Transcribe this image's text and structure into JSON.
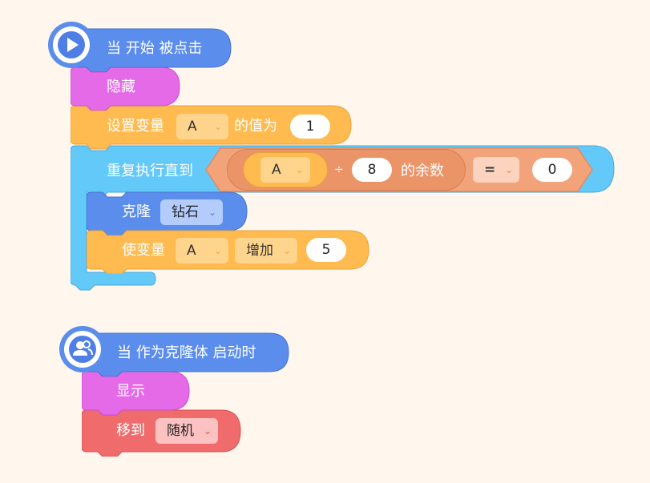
{
  "script1": {
    "hat_label": "当 开始 被点击",
    "hide_label": "隐藏",
    "setvar": {
      "label": "设置变量",
      "var": "A",
      "mid": "的值为",
      "value": "1"
    },
    "repeat": {
      "label": "重复执行直到",
      "mod_var": "A",
      "div_sign": "÷",
      "divisor": "8",
      "mod_label": "的余数",
      "eq_op": "=",
      "compare_value": "0"
    },
    "clone": {
      "label": "克隆",
      "target": "钻石"
    },
    "changevar": {
      "label": "使变量",
      "var": "A",
      "op": "增加",
      "value": "5"
    }
  },
  "script2": {
    "hat_label": "当 作为克隆体 启动时",
    "show_label": "显示",
    "goto": {
      "label": "移到",
      "target": "随机"
    }
  },
  "icons": {
    "chevron": "⌄",
    "play": "play-icon",
    "clone": "users-icon"
  },
  "colors": {
    "background": "#fff7ee",
    "events": "#5b8dec",
    "looks": "#e46ae8",
    "variables": "#ffbb4f",
    "control": "#63c9f9",
    "operators": "#f2a37a",
    "motion": "#f06b6b"
  }
}
